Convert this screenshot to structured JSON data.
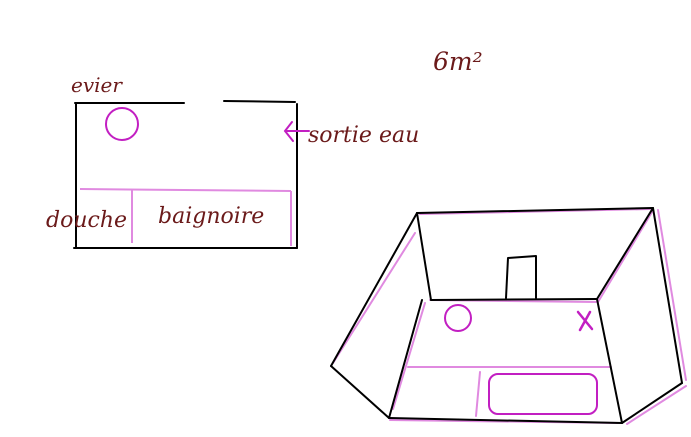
{
  "labels": {
    "area": "6m²",
    "sink": "evier",
    "water_outlet": "sortie eau",
    "shower": "douche",
    "bathtub": "baignoire"
  },
  "colors": {
    "ink": "#000000",
    "text": "#6b1a1a",
    "pink_guide": "#e08ae0",
    "magenta": "#c21fc2"
  },
  "icons": {
    "outlet_arrow": "arrow-left-icon",
    "marker": "x-mark-icon"
  }
}
